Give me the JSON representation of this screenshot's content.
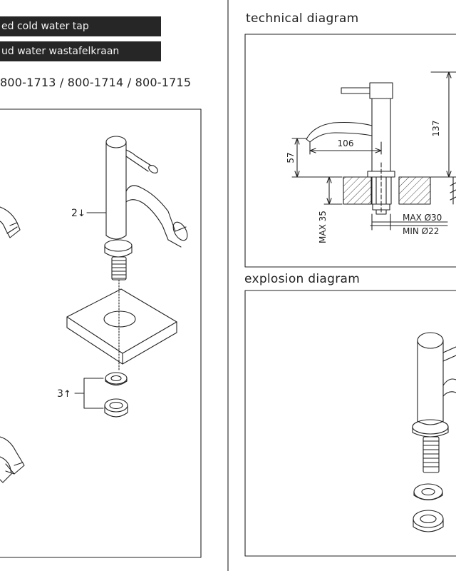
{
  "header": {
    "title_en": "ed cold water tap",
    "title_nl": "ud water wastafelkraan",
    "product_codes": "800-1713 / 800-1714 / 800-1715"
  },
  "sections": {
    "technical_title": "technical diagram",
    "explosion_title": "explosion diagram"
  },
  "technical": {
    "dim_height": "137",
    "dim_spout_reach": "106",
    "dim_spout_height": "57",
    "dim_max_thickness": "MAX 35",
    "dim_max_hole": "MAX Ø30",
    "dim_min_hole": "MIN Ø22"
  },
  "assembly": {
    "step_2": "2",
    "step_3": "3"
  },
  "colors": {
    "banner_bg": "#262626",
    "banner_text": "#f2f2f2",
    "line": "#222222"
  }
}
